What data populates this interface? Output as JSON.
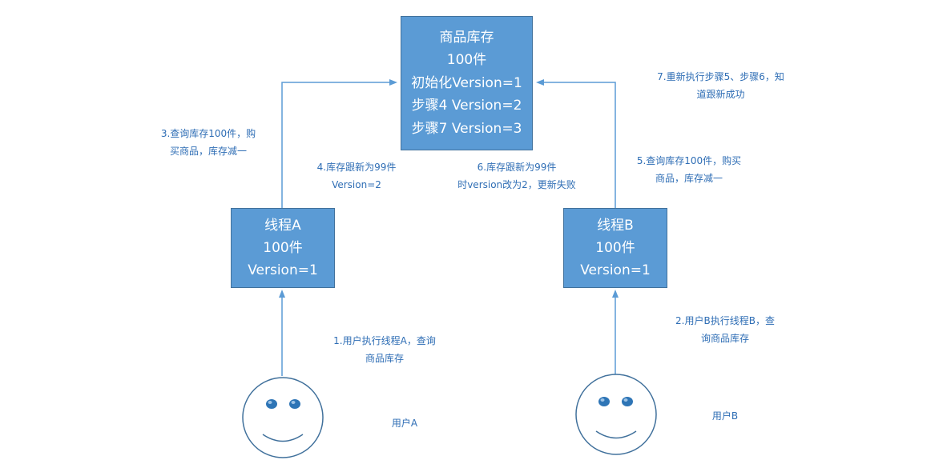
{
  "stock_box": {
    "lines": [
      "商品库存",
      "100件",
      "初始化Version=1",
      "步骤4 Version=2",
      "步骤7 Version=3"
    ]
  },
  "thread_a": {
    "lines": [
      "线程A",
      "100件",
      "Version=1"
    ]
  },
  "thread_b": {
    "lines": [
      "线程B",
      "100件",
      "Version=1"
    ]
  },
  "notes": {
    "step1": [
      "1.用户执行线程A，查询",
      "商品库存"
    ],
    "step2": [
      "2.用户B执行线程B，查",
      "询商品库存"
    ],
    "step3": [
      "3.查询库存100件，购",
      "买商品，库存减一"
    ],
    "step4": [
      "4.库存跟新为99件",
      "Version=2"
    ],
    "step5": [
      "5.查询库存100件，购买",
      "商品，库存减一"
    ],
    "step6": [
      "6.库存跟新为99件",
      "时version改为2，更新失败"
    ],
    "step7": [
      "7.重新执行步骤5、步骤6，知",
      "道跟新成功"
    ]
  },
  "users": {
    "a": "用户A",
    "b": "用户B"
  },
  "colors": {
    "box_fill": "#5b9bd5",
    "box_border": "#41719c",
    "arrow": "#5b9bd5",
    "note_text": "#2f6eb5",
    "face_stroke": "#41719c",
    "eye": "#2e75b6"
  }
}
